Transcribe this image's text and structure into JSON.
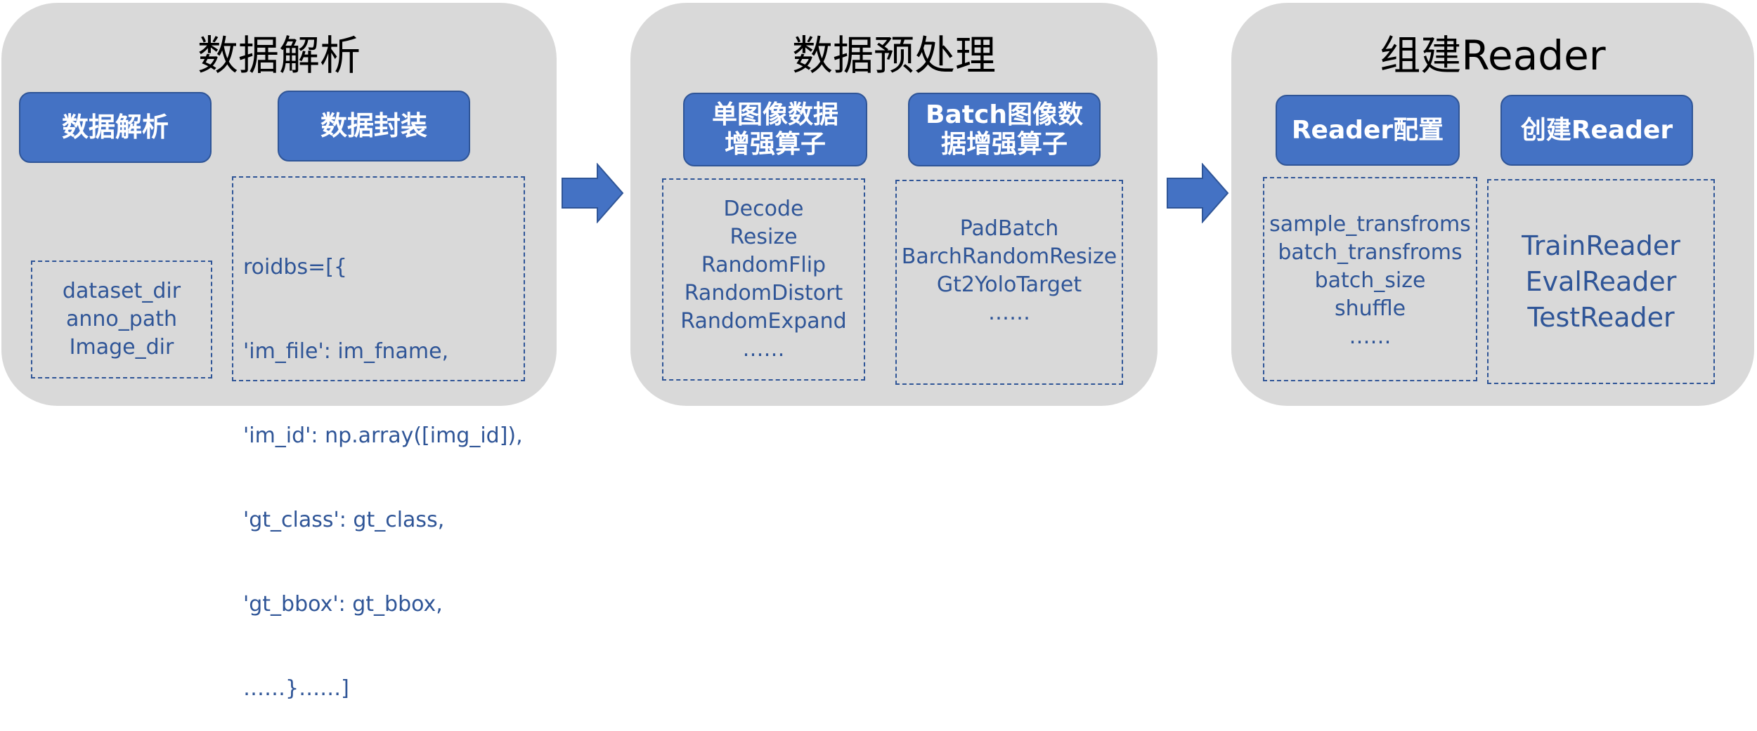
{
  "stages": [
    {
      "title": "数据解析",
      "buttons": [
        [
          "数据解析"
        ],
        [
          "数据封装"
        ]
      ],
      "boxes": [
        [
          "dataset_dir",
          "anno_path",
          "Image_dir"
        ],
        [
          "roidbs=[{",
          "  'im_file': im_fname,",
          "  'im_id': np.array([img_id]),",
          "  'gt_class': gt_class,",
          "  'gt_bbox': gt_bbox,",
          "  ……}……]"
        ]
      ]
    },
    {
      "title": "数据预处理",
      "buttons": [
        [
          "单图像数据",
          "增强算子"
        ],
        [
          "Batch图像数",
          "据增强算子"
        ]
      ],
      "boxes": [
        [
          "Decode",
          "Resize",
          "RandomFlip",
          "RandomDistort",
          "RandomExpand",
          "……"
        ],
        [
          "PadBatch",
          "BarchRandomResize",
          "Gt2YoloTarget",
          "……"
        ]
      ]
    },
    {
      "title": "组建Reader",
      "buttons": [
        [
          "Reader配置"
        ],
        [
          "创建Reader"
        ]
      ],
      "boxes": [
        [
          "sample_transfroms",
          "batch_transfroms",
          "batch_size",
          "shuffle",
          "……"
        ],
        [
          "TrainReader",
          "EvalReader",
          "TestReader"
        ]
      ]
    }
  ],
  "colors": {
    "panel": "#d9d9d9",
    "accent": "#4472c4",
    "text_blue": "#2f5597"
  }
}
